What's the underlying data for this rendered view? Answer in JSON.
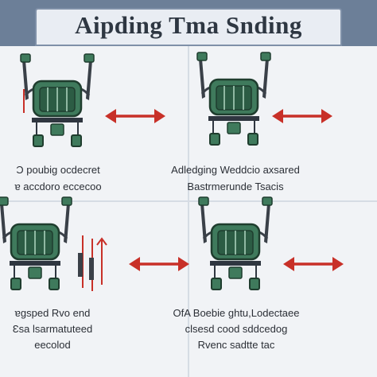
{
  "header": {
    "title": "Aipding Tma Snding"
  },
  "colors": {
    "header_bg": "#6c7f98",
    "robot_green": "#3f7a5c",
    "robot_dark": "#1f3d2e",
    "arrow_red": "#c83028",
    "panel_bg": "#f1f3f6"
  },
  "captions": {
    "top_left": [
      "Ɔ poubig ocdecret",
      "ɐ accdoro eccecoo"
    ],
    "top_right": [
      "Adledging Weddcio axsared",
      "Bastrmerunde Tsacis"
    ],
    "bottom_left": [
      "ɐgsped Rvo end",
      "Ɛsa lsarmatuteed",
      "eecolod"
    ],
    "bottom_right": [
      "OfA Boebie ghtu,Lodectaee",
      "clsesd cood sddcedog",
      "Rvenc sadtte tac"
    ]
  }
}
